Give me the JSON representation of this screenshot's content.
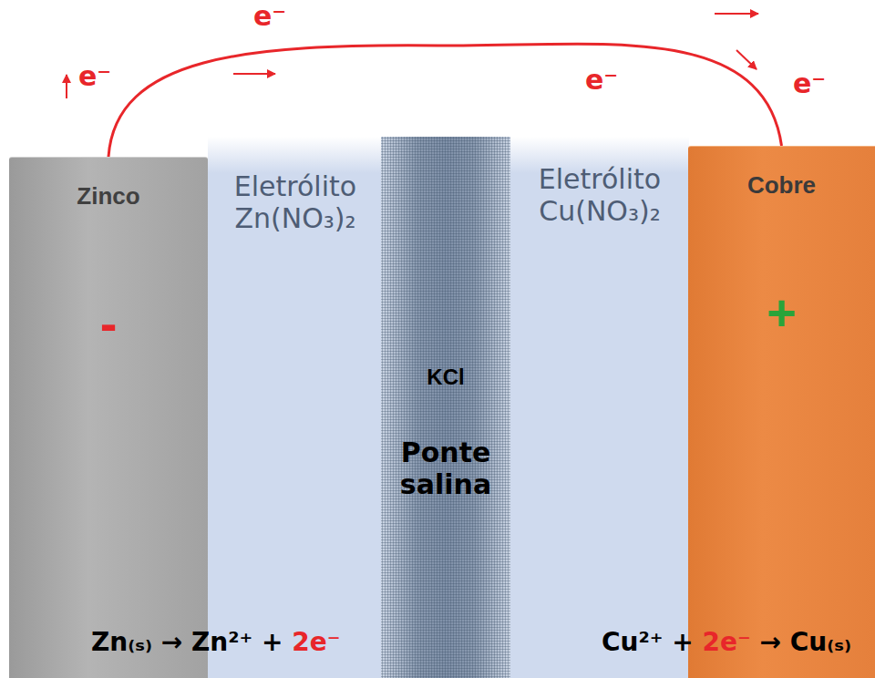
{
  "diagram": {
    "nodes": [
      {
        "text": [
          "Zinco",
          "-"
        ]
      },
      {
        "text": [
          "Eletrólito Zn(NO₃)₂"
        ]
      },
      {
        "text": [
          "KCl",
          "Ponte salina"
        ]
      },
      {
        "text": [
          "Eletrólito Cu(NO₃)₂"
        ]
      },
      {
        "text": [
          "Cobre",
          "+"
        ]
      }
    ],
    "edges": [
      {
        "from": 0,
        "to": 4,
        "arrow": "none"
      }
    ],
    "labels": [
      "e⁻",
      "e⁻",
      "e⁻",
      "e⁻",
      "Zn₍ₛ₎ → Zn²⁺ + ",
      "2e⁻",
      "Cu²⁺ + ",
      "2e⁻",
      " → Cu₍ₛ₎"
    ]
  }
}
